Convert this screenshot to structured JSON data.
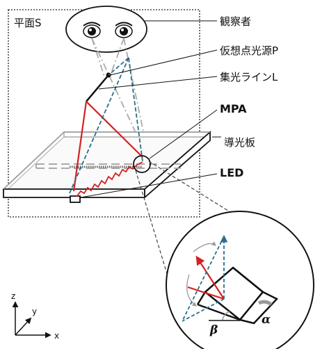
{
  "labels": {
    "plane": "平面S",
    "observer": "観察者",
    "virtual_source": "仮想点光源P",
    "light_line": "集光ラインL",
    "mpa": "MPA",
    "light_guide": "導光板",
    "led": "LED",
    "alpha": "α",
    "beta": "β"
  },
  "axes": {
    "z": "z",
    "y": "y",
    "x": "x"
  },
  "colors": {
    "red_ray": "#d42020",
    "blue_ray": "#2a6f8a",
    "outline": "#111111",
    "guide_edge": "#999999",
    "sight_lines": "#aaaaaa"
  }
}
